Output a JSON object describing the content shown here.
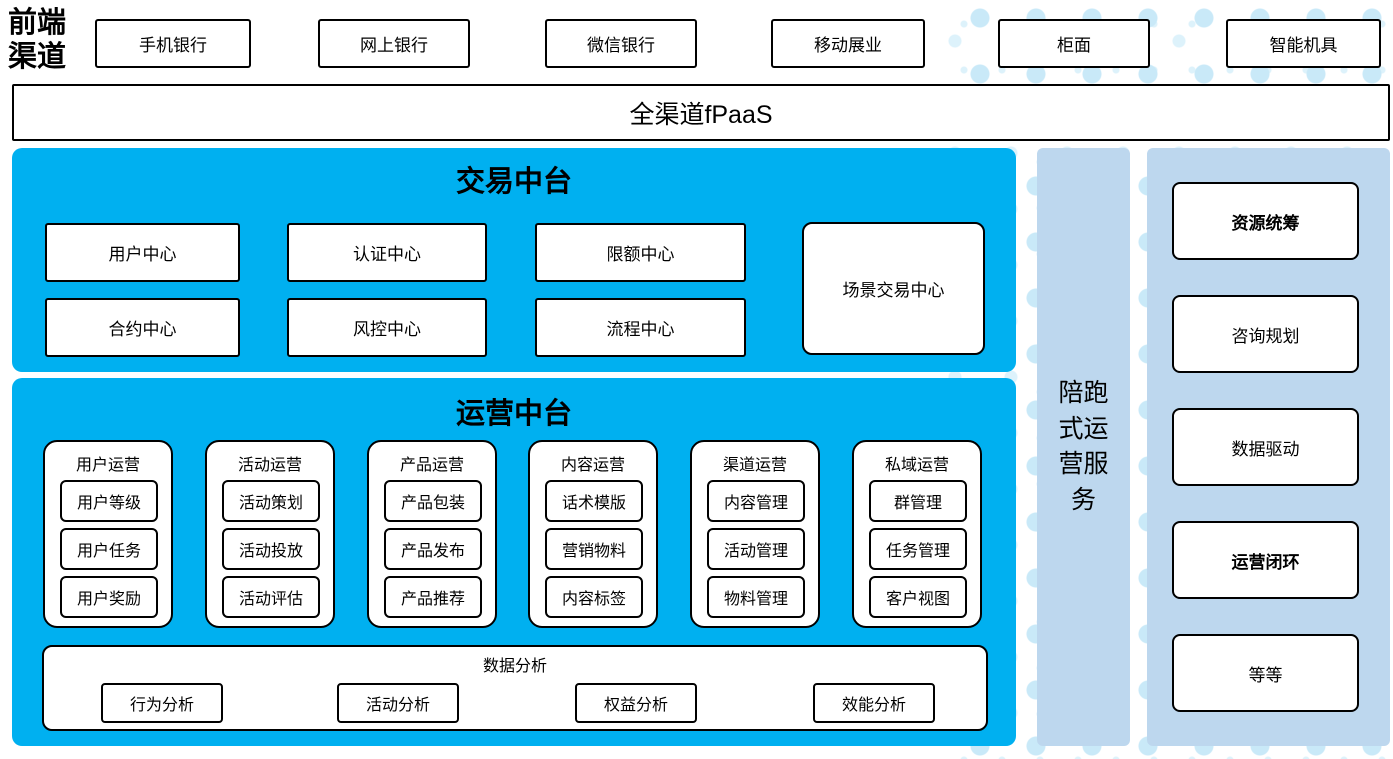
{
  "front_channels": {
    "label": "前端渠道",
    "items": [
      "手机银行",
      "网上银行",
      "微信银行",
      "移动展业",
      "柜面",
      "智能机具"
    ]
  },
  "fpaas_bar": {
    "label": "全渠道fPaaS"
  },
  "trade_platform": {
    "title": "交易中台",
    "centers": [
      "用户中心",
      "认证中心",
      "限额中心",
      "合约中心",
      "风控中心",
      "流程中心"
    ],
    "scene_center": "场景交易中心"
  },
  "operation_platform": {
    "title": "运营中台",
    "groups": [
      {
        "title": "用户运营",
        "items": [
          "用户等级",
          "用户任务",
          "用户奖励"
        ]
      },
      {
        "title": "活动运营",
        "items": [
          "活动策划",
          "活动投放",
          "活动评估"
        ]
      },
      {
        "title": "产品运营",
        "items": [
          "产品包装",
          "产品发布",
          "产品推荐"
        ]
      },
      {
        "title": "内容运营",
        "items": [
          "话术模版",
          "营销物料",
          "内容标签"
        ]
      },
      {
        "title": "渠道运营",
        "items": [
          "内容管理",
          "活动管理",
          "物料管理"
        ]
      },
      {
        "title": "私域运营",
        "items": [
          "群管理",
          "任务管理",
          "客户视图"
        ]
      }
    ],
    "data_analysis": {
      "title": "数据分析",
      "items": [
        "行为分析",
        "活动分析",
        "权益分析",
        "效能分析"
      ]
    }
  },
  "accompany_bar": {
    "label": "陪跑式运营服务"
  },
  "service_column": {
    "items": [
      {
        "label": "资源统筹",
        "bold": true
      },
      {
        "label": "咨询规划",
        "bold": false
      },
      {
        "label": "数据驱动",
        "bold": false
      },
      {
        "label": "运营闭环",
        "bold": true
      },
      {
        "label": "等等",
        "bold": false
      }
    ]
  },
  "colors": {
    "bright_blue": "#00B0F0",
    "light_blue": "#BDD7EE",
    "dot_light": "#DDF2FB",
    "dot_medium": "#C9E9F8"
  }
}
